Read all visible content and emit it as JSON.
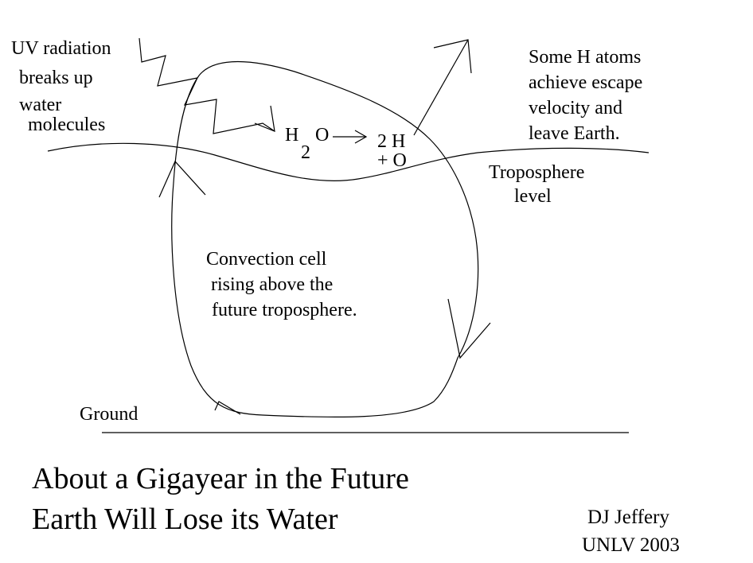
{
  "uv_label": {
    "line1": "UV radiation",
    "line2": "breaks up",
    "line3": "water",
    "line4": "molecules"
  },
  "escape_label": {
    "line1": "Some H atoms",
    "line2": "achieve escape",
    "line3": "velocity and",
    "line4": "leave Earth."
  },
  "troposphere_label": {
    "line1": "Troposphere",
    "line2": "level"
  },
  "convection_label": {
    "line1": "Convection cell",
    "line2": "rising above the",
    "line3": "future troposphere."
  },
  "reaction": {
    "reactant_h": "H",
    "reactant_sub": "2",
    "reactant_o": "O",
    "product_h": "2 H",
    "product_o": "+ O"
  },
  "ground_label": "Ground",
  "title": {
    "line1": "About a Gigayear in the Future",
    "line2": "Earth Will Lose its Water"
  },
  "credit": {
    "author": "DJ Jeffery",
    "affiliation": "UNLV 2003"
  }
}
